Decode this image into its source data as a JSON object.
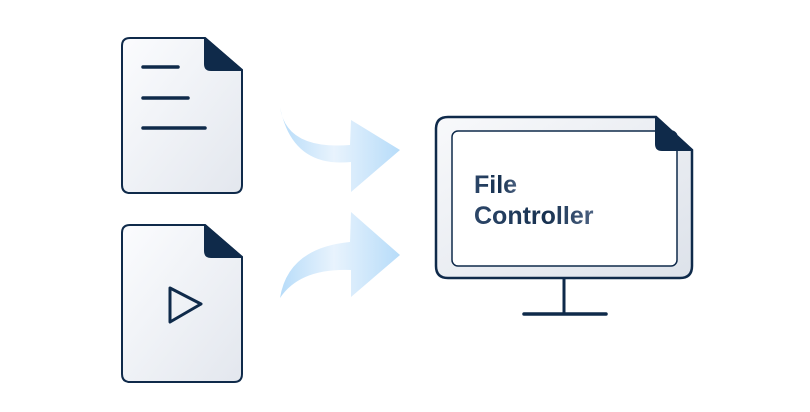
{
  "diagram": {
    "sources": [
      {
        "name": "text-document",
        "icon": "text-lines-icon"
      },
      {
        "name": "video-document",
        "icon": "play-icon"
      }
    ],
    "arrows": [
      "curved-arrow-down",
      "curved-arrow-up"
    ],
    "target": {
      "icon": "monitor-icon",
      "title_line1": "File",
      "title_line2": "Controller"
    }
  },
  "colors": {
    "navy": "#0f2a4a",
    "page_fill_light": "#fbfcfe",
    "page_fill_dark": "#e6e9ef",
    "arrow_light": "#e8f3fd",
    "arrow_strong": "#b7dcf9",
    "title_text": "#2b4566"
  }
}
